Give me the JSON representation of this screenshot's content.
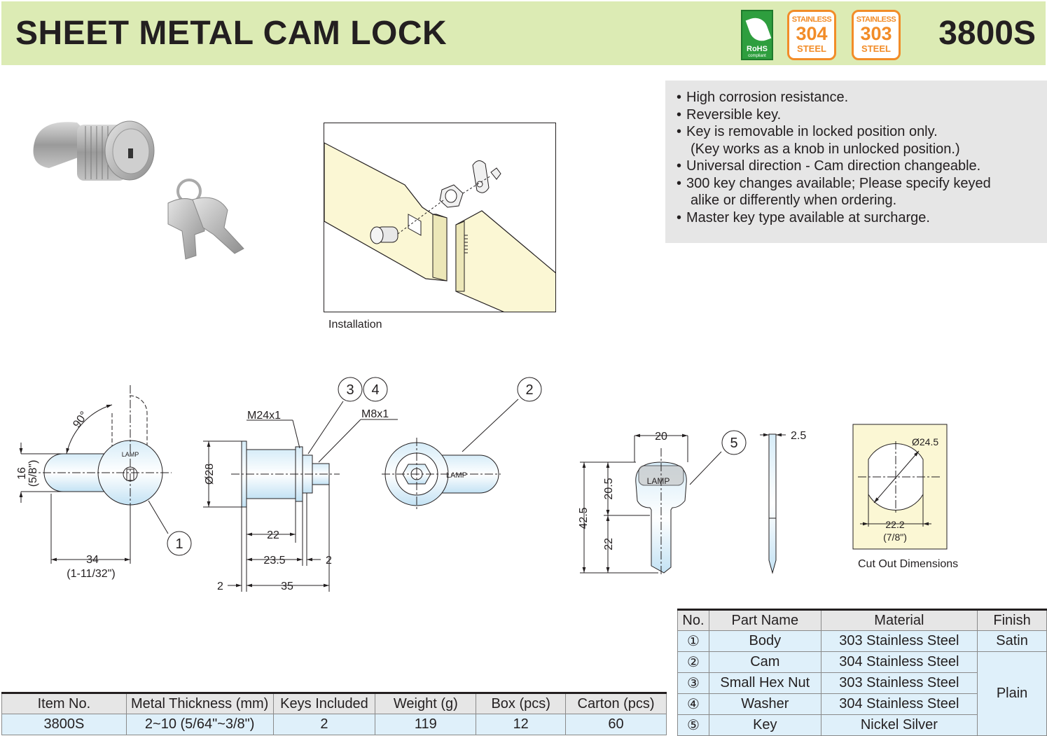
{
  "header": {
    "title": "SHEET METAL CAM LOCK",
    "model": "3800S",
    "rohs_label": "RoHS",
    "rohs_sub": "compliant",
    "badges": [
      {
        "top": "STAINLESS",
        "num": "304",
        "bottom": "STEEL"
      },
      {
        "top": "STAINLESS",
        "num": "303",
        "bottom": "STEEL"
      }
    ]
  },
  "features": [
    {
      "line": "High corrosion resistance.",
      "cont": ""
    },
    {
      "line": "Reversible key.",
      "cont": ""
    },
    {
      "line": "Key is removable in locked position only.",
      "cont": "(Key works as a knob in unlocked position.)"
    },
    {
      "line": "Universal direction - Cam direction changeable.",
      "cont": ""
    },
    {
      "line": "300 key changes available; Please specify keyed",
      "cont": "alike or differently when ordering."
    },
    {
      "line": "Master key type available at surcharge.",
      "cont": ""
    }
  ],
  "labels": {
    "installation": "Installation",
    "cutout": "Cut Out Dimensions",
    "lamp": "LAMP"
  },
  "dims": {
    "angle": "90°",
    "d16": "16",
    "d16_in": "(5/8\")",
    "d34": "34",
    "d34_in": "(1-11/32\")",
    "m24": "M24x1",
    "m8": "M8x1",
    "d28": "Ø28",
    "d22": "22",
    "d23_5": "23.5",
    "d2a": "2",
    "d2b": "2",
    "d35": "35",
    "k20": "20",
    "k2_5": "2.5",
    "k42_5": "42.5",
    "k20_5": "20.5",
    "k22": "22",
    "c24_5": "Ø24.5",
    "c22_2": "22.2",
    "c22_2_in": "(7/8\")",
    "n1": "1",
    "n2": "2",
    "n3": "3",
    "n4": "4",
    "n5": "5"
  },
  "parts_table": {
    "headers": [
      "No.",
      "Part Name",
      "Material",
      "Finish"
    ],
    "rows": [
      {
        "no": "①",
        "name": "Body",
        "material": "303 Stainless Steel"
      },
      {
        "no": "②",
        "name": "Cam",
        "material": "304 Stainless Steel"
      },
      {
        "no": "③",
        "name": "Small Hex Nut",
        "material": "303 Stainless Steel"
      },
      {
        "no": "④",
        "name": "Washer",
        "material": "304 Stainless Steel"
      },
      {
        "no": "⑤",
        "name": "Key",
        "material": "Nickel Silver"
      }
    ],
    "finish_satin": "Satin",
    "finish_plain": "Plain"
  },
  "items_table": {
    "headers": [
      "Item No.",
      "Metal Thickness (mm)",
      "Keys Included",
      "Weight (g)",
      "Box (pcs)",
      "Carton (pcs)"
    ],
    "row": [
      "3800S",
      "2~10 (5/64\"~3/8\")",
      "2",
      "119",
      "12",
      "60"
    ]
  }
}
